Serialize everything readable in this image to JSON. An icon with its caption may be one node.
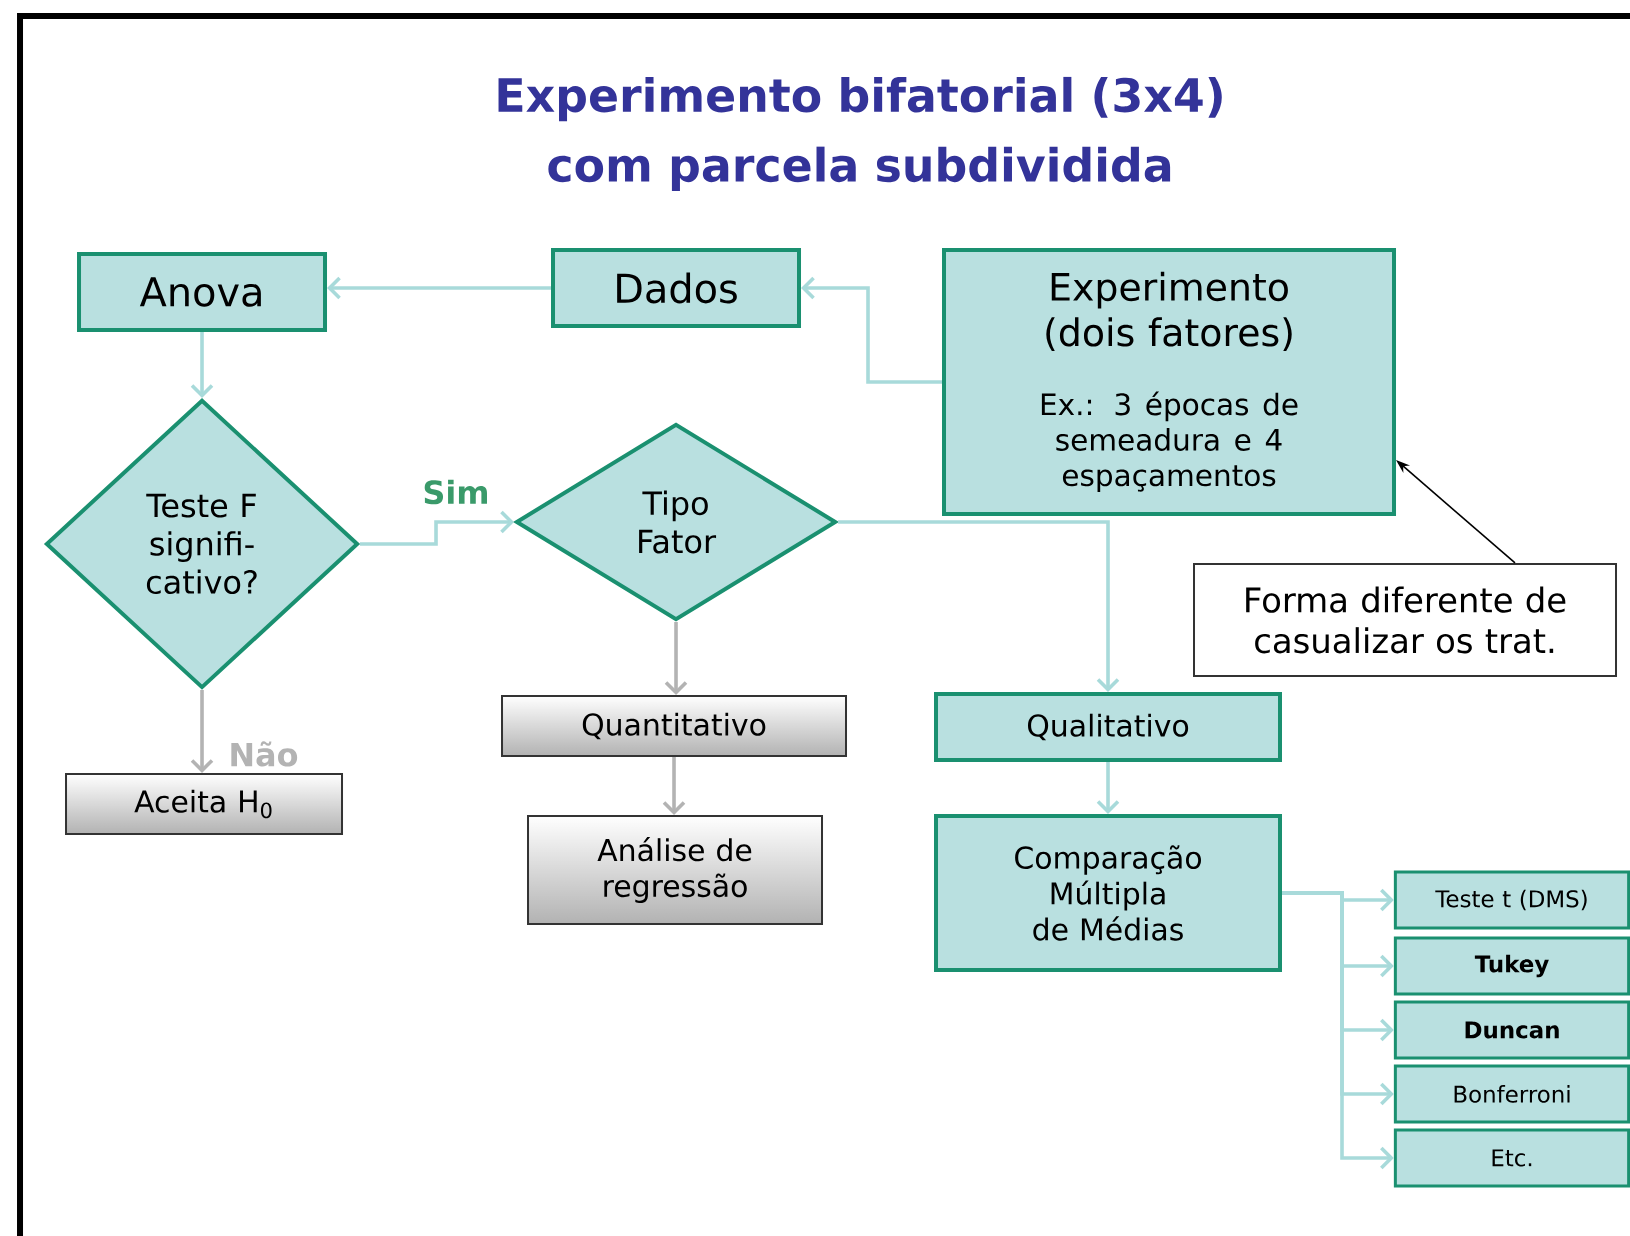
{
  "diagram": {
    "title": "Experimento bifatorial (3x4) com parcela subdividida",
    "nodes": [
      {
        "text": [
          "Anova"
        ]
      },
      {
        "text": [
          "Dados"
        ]
      },
      {
        "text": [
          "Experimento (dois fatores)",
          "Ex.: 3 épocas de semeadura e 4 espaçamentos"
        ]
      },
      {
        "text": [
          "Teste F signifi-cativo?"
        ]
      },
      {
        "text": [
          "Tipo Fator"
        ]
      },
      {
        "text": [
          "Forma diferente de casualizar os trat."
        ]
      },
      {
        "text": [
          "Aceita H$_{0}$"
        ]
      },
      {
        "text": [
          "Quantitativo"
        ]
      },
      {
        "text": [
          "Qualitativo"
        ]
      },
      {
        "text": [
          "Análise de regressão"
        ]
      },
      {
        "text": [
          "Comparação Múltipla de Médias"
        ]
      },
      {
        "text": [
          "Teste t (DMS)"
        ]
      },
      {
        "text": [
          "Tukey"
        ]
      },
      {
        "text": [
          "Duncan"
        ]
      },
      {
        "text": [
          "Bonferroni"
        ]
      },
      {
        "text": [
          "Etc."
        ]
      }
    ],
    "edges": [
      {
        "from": 2,
        "to": 1,
        "arrow": "to"
      },
      {
        "from": 1,
        "to": 0,
        "arrow": "to"
      },
      {
        "from": 0,
        "to": 3,
        "arrow": "to"
      },
      {
        "from": 3,
        "to": 4,
        "arrow": "to",
        "label": "Sim"
      },
      {
        "from": 3,
        "to": 6,
        "arrow": "to",
        "label": "Não",
        "color": "#b3b3b3"
      },
      {
        "from": 4,
        "to": 7,
        "arrow": "to",
        "color": "#b3b3b3"
      },
      {
        "from": 4,
        "to": 8,
        "arrow": "to"
      },
      {
        "from": 7,
        "to": 9,
        "arrow": "to",
        "color": "#b3b3b3"
      },
      {
        "from": 8,
        "to": 10,
        "arrow": "to"
      },
      {
        "from": 10,
        "to": 11,
        "arrow": "to"
      },
      {
        "from": 10,
        "to": 12,
        "arrow": "to"
      },
      {
        "from": 10,
        "to": 13,
        "arrow": "to"
      },
      {
        "from": 10,
        "to": 14,
        "arrow": "to"
      },
      {
        "from": 10,
        "to": 15,
        "arrow": "to"
      },
      {
        "from": 5,
        "to": 2,
        "arrow": "to",
        "color": "#000000"
      }
    ]
  }
}
